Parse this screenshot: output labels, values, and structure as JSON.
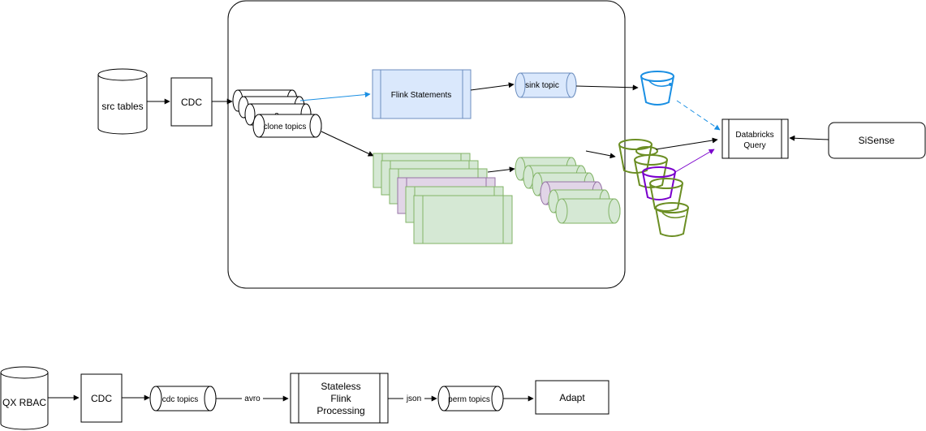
{
  "diagram": {
    "top_flow": {
      "source_db": "src tables",
      "cdc": "CDC",
      "topic_stack_hidden": [
        "c",
        "c",
        "c"
      ],
      "clone_topics": "clone topics",
      "flink_statements": "Flink Statements",
      "sink_topic": "sink topic",
      "databricks_line1": "Databricks",
      "databricks_line2": "Query",
      "sisense": "SiSense"
    },
    "bottom_flow": {
      "source_db": "QX RBAC",
      "cdc": "CDC",
      "cdc_topics": "cdc topics",
      "edge_avro": "avro",
      "stateless_line1": "Stateless",
      "stateless_line2": "Flink",
      "stateless_line3": "Processing",
      "edge_json": "json",
      "perm_topics": "perm topics",
      "adapt": "Adapt"
    },
    "icons": {
      "bucket_blue": "s3-bucket-icon",
      "bucket_green": "s3-bucket-icon",
      "bucket_purple": "s3-bucket-icon"
    },
    "colors": {
      "stroke": "#000000",
      "flink_fill": "#dae8fc",
      "flink_stroke": "#6c8ebf",
      "green_fill": "#d5e8d4",
      "green_stroke": "#82b366",
      "purple_fill": "#e1d5e7",
      "purple_stroke": "#9673a6",
      "bucket_blue": "#1a8fe3",
      "bucket_green": "#6b8e23",
      "bucket_purple": "#7a00cc",
      "arrow_blue": "#1a8fe3",
      "arrow_purple": "#7a00cc"
    }
  }
}
